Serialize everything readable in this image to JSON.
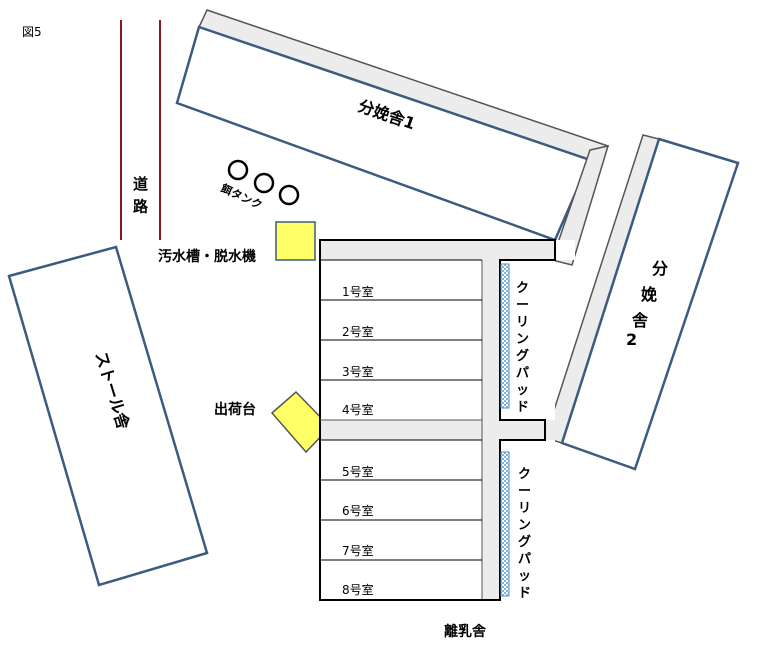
{
  "figure_label": "図5",
  "road": {
    "label": "道路"
  },
  "feed_tank": {
    "label": "餌タンク"
  },
  "wastewater": {
    "label": "汚水槽・脱水機"
  },
  "shipping": {
    "label": "出荷台"
  },
  "farrowing1": {
    "label": "分娩舎1"
  },
  "farrowing2": {
    "label": "分娩舎2"
  },
  "stall": {
    "label": "ストール舎"
  },
  "weaning": {
    "label": "離乳舎"
  },
  "cooling_pads": [
    "クーリングパッド",
    "クーリングパッド"
  ],
  "rooms": [
    "1号室",
    "2号室",
    "3号室",
    "4号室",
    "5号室",
    "6号室",
    "7号室",
    "8号室"
  ],
  "colors": {
    "building_outline": "#3d5a80",
    "corridor": "#ececec",
    "corridor_outline": "#555555",
    "road_line": "#8b1a1a",
    "yellow_box": "#ffff66",
    "cooling_pad": "#7fb4e0"
  }
}
